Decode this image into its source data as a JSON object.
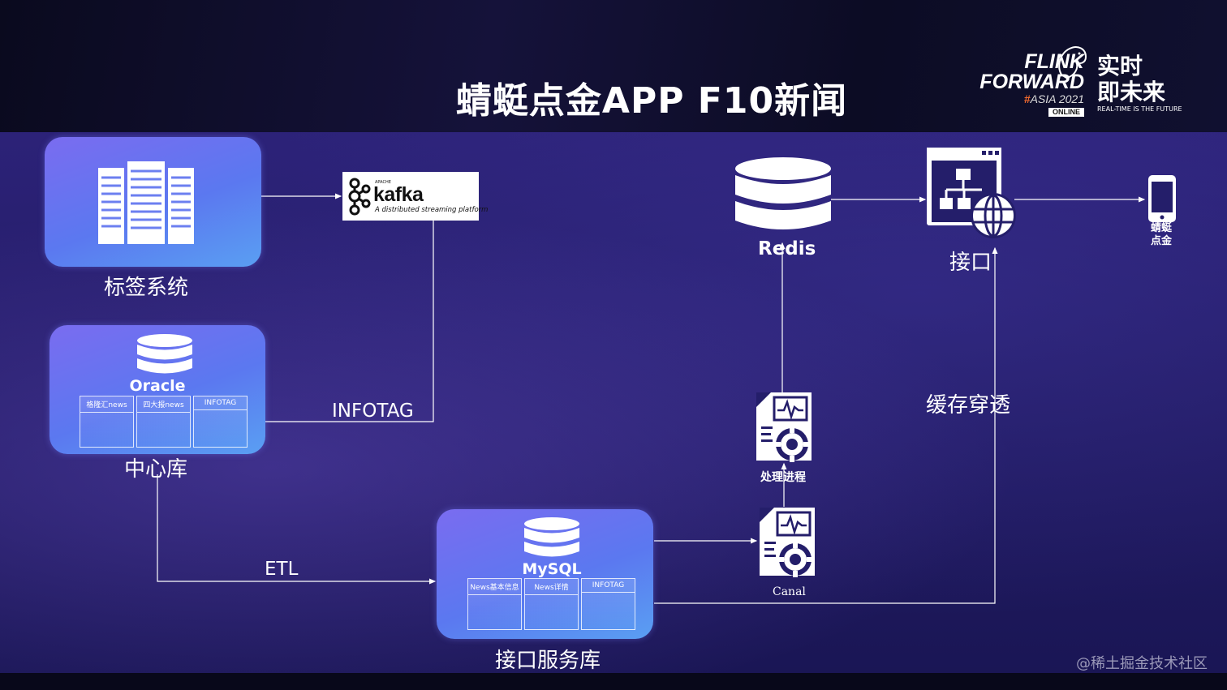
{
  "header": {
    "title": "蜻蜓点金APP F10新闻",
    "logo_flink": "FLINK",
    "logo_forward": "FORWARD",
    "logo_hash": "#",
    "logo_asia": "ASIA 2021",
    "logo_online": "ONLINE",
    "logo_cn_line1": "实时",
    "logo_cn_line2": "即未来",
    "logo_tagline": "REAL-TIME IS THE FUTURE"
  },
  "nodes": {
    "tag_system": {
      "label": "标签系统"
    },
    "central_db": {
      "label": "中心库",
      "db_name": "Oracle",
      "tables": [
        "格隆汇news",
        "四大报news",
        "INFOTAG"
      ]
    },
    "service_db": {
      "label": "接口服务库",
      "db_name": "MySQL",
      "tables": [
        "News基本信息",
        "News详情",
        "INFOTAG"
      ]
    },
    "kafka": {
      "apache": "APACHE",
      "name": "kafka",
      "subtitle": "A distributed streaming platform"
    },
    "redis": {
      "label": "Redis"
    },
    "interface": {
      "label": "接口"
    },
    "app": {
      "label_line1": "蜻蜓",
      "label_line2": "点金"
    },
    "processor": {
      "label": "处理进程"
    },
    "canal": {
      "label": "Canal"
    }
  },
  "edges": {
    "infotag": "INFOTAG",
    "etl": "ETL",
    "cache_penetration": "缓存穿透"
  },
  "watermark": "@稀土掘金技术社区"
}
